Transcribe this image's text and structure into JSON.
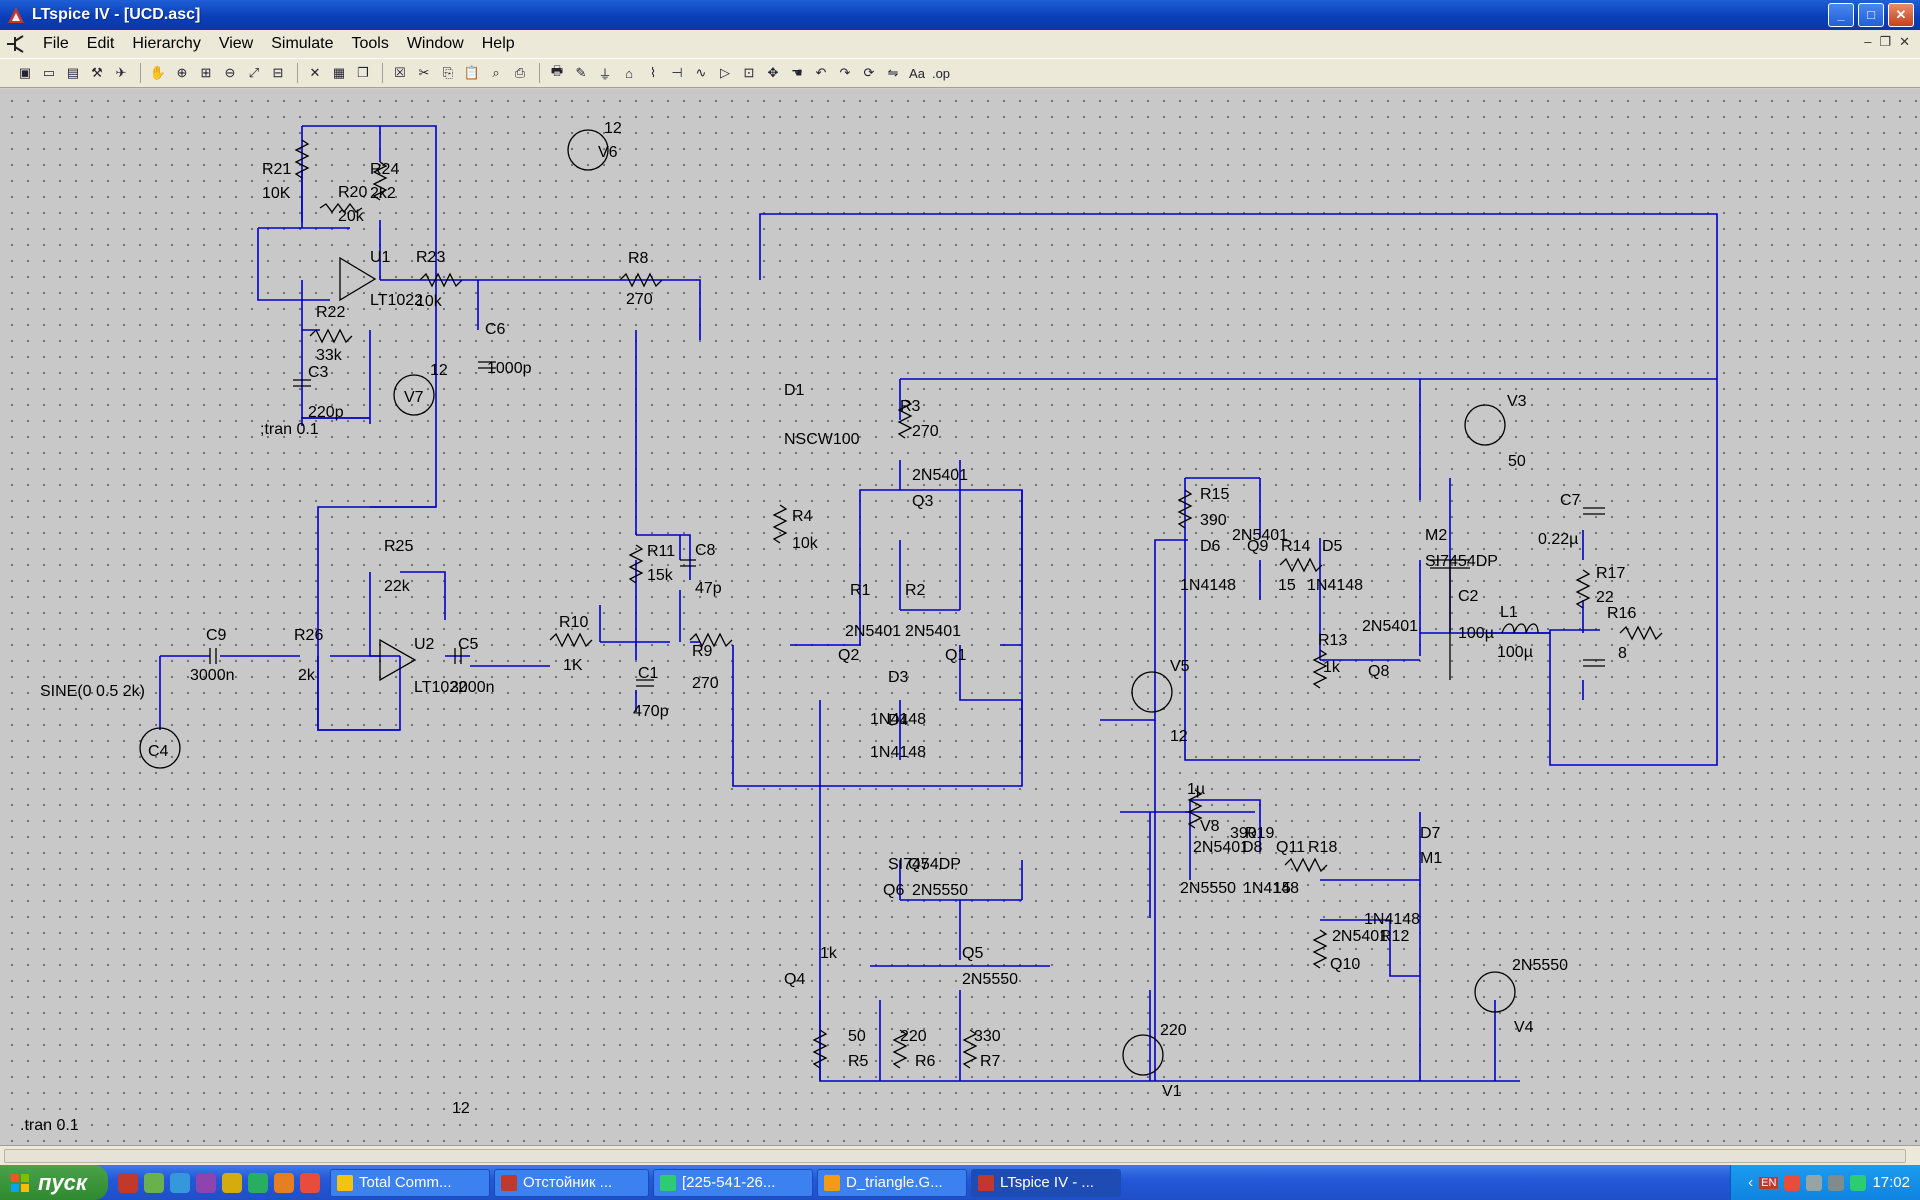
{
  "window": {
    "title": "LTspice IV - [UCD.asc]"
  },
  "menu": [
    "File",
    "Edit",
    "Hierarchy",
    "View",
    "Simulate",
    "Tools",
    "Window",
    "Help"
  ],
  "toolbar_icons": [
    "new-schematic-icon",
    "open-icon",
    "save-icon",
    "control-panel-icon",
    "run-icon",
    "halt-icon",
    "zoom-in-icon",
    "pan-icon",
    "zoom-out-icon",
    "zoom-fit-icon",
    "autorange-icon",
    "cancel-zoom-icon",
    "tile-icon",
    "cascade-icon",
    "close-window-icon",
    "cut-icon",
    "copy-icon",
    "paste-icon",
    "find-icon",
    "print-setup-icon",
    "print-icon",
    "wire-icon",
    "ground-icon",
    "label-icon",
    "resistor-icon",
    "capacitor-icon",
    "inductor-icon",
    "diode-icon",
    "component-icon",
    "move-icon",
    "drag-icon",
    "undo-icon",
    "redo-icon",
    "rotate-icon",
    "mirror-icon",
    "text-icon",
    "spice-directive-icon"
  ],
  "schematic": {
    "labels": [
      "R21",
      "10K",
      "R20",
      "20k",
      "R24",
      "2k2",
      "V6",
      "12",
      "U1",
      "LT1022",
      "R23",
      "10k",
      "R8",
      "270",
      "C6",
      "1000p",
      "R22",
      "33k",
      "C3",
      "220p",
      ";tran 0.1",
      "V7",
      "12",
      "D1",
      "NSCW100",
      "R3",
      "270",
      "2N5401",
      "Q3",
      "R4",
      "10k",
      "V3",
      "50",
      "R15",
      "390",
      "2N5401",
      "D6",
      "Q9",
      "R14",
      "D5",
      "M2",
      "SI7454DP",
      "1N4148",
      "15",
      "1N4148",
      "C7",
      "0.22µ",
      "R17",
      "22",
      "R16",
      "8",
      "R11",
      "15k",
      "C8",
      "47p",
      "R25",
      "22k",
      "R1",
      "2N5401",
      "R2",
      "2N5401",
      "C2",
      "100µ",
      "L1",
      "100µ",
      "C9",
      "3000n",
      "R26",
      "2k",
      "U2",
      "LT1022",
      "C5",
      "3000n",
      "R10",
      "1K",
      "R9",
      "270",
      "Q2",
      "Q1",
      "R13",
      "1k",
      "Q8",
      "2N5401",
      "SINE(0 0.5 2k)",
      "C1",
      "470p",
      "D3",
      "D4",
      "1N4148",
      "1N4148",
      "V5",
      "12",
      "C4",
      "1µ",
      "V8",
      "R19",
      "390",
      "2N5401",
      "D8",
      "Q11",
      "R18",
      "D7",
      "M1",
      "SI7454DP",
      "Q7",
      "Q6",
      "2N5550",
      "2N5550",
      "1N4148",
      "15",
      "1N4148",
      "2N5401",
      "R12",
      "Q10",
      "1k",
      "Q5",
      "Q4",
      "2N5550",
      "2N5550",
      "V4",
      "50",
      "R5",
      "220",
      "R6",
      "330",
      "R7",
      "220",
      "V1",
      "12",
      ".tran 0.1"
    ]
  },
  "taskbar": {
    "start_label": "пуск",
    "tasks": [
      "Total Comm...",
      "Отстойник ...",
      "[225-541-26...",
      "D_triangle.G...",
      "LTspice IV - ..."
    ],
    "lang": "EN",
    "clock": "17:02"
  }
}
